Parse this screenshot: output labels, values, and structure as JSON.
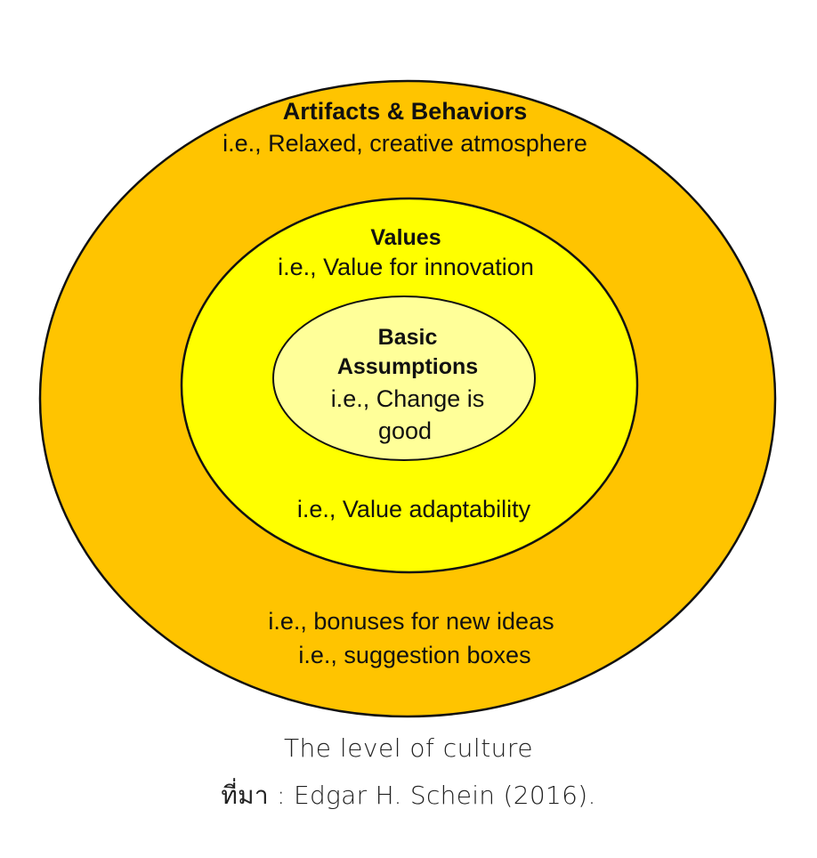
{
  "diagram": {
    "layers": [
      {
        "key": "outer",
        "fill": "#FFC400",
        "title": "Artifacts & Behaviors",
        "lines": [
          "i.e., Relaxed, creative atmosphere"
        ],
        "bottom_lines": [
          "i.e., bonuses for new ideas",
          "i.e., suggestion boxes"
        ]
      },
      {
        "key": "middle",
        "fill": "#FFFF00",
        "title": "Values",
        "lines": [
          "i.e., Value for innovation"
        ],
        "bottom_lines": [
          "i.e., Value adaptability"
        ]
      },
      {
        "key": "inner",
        "fill": "#FFFF99",
        "title_lines": [
          "Basic",
          "Assumptions"
        ],
        "lines": [
          "i.e., Change is",
          "good"
        ]
      }
    ],
    "stroke": "#111111"
  },
  "caption": {
    "title": "The level of culture",
    "source": "ที่มา : Edgar H. Schein (2016)."
  }
}
